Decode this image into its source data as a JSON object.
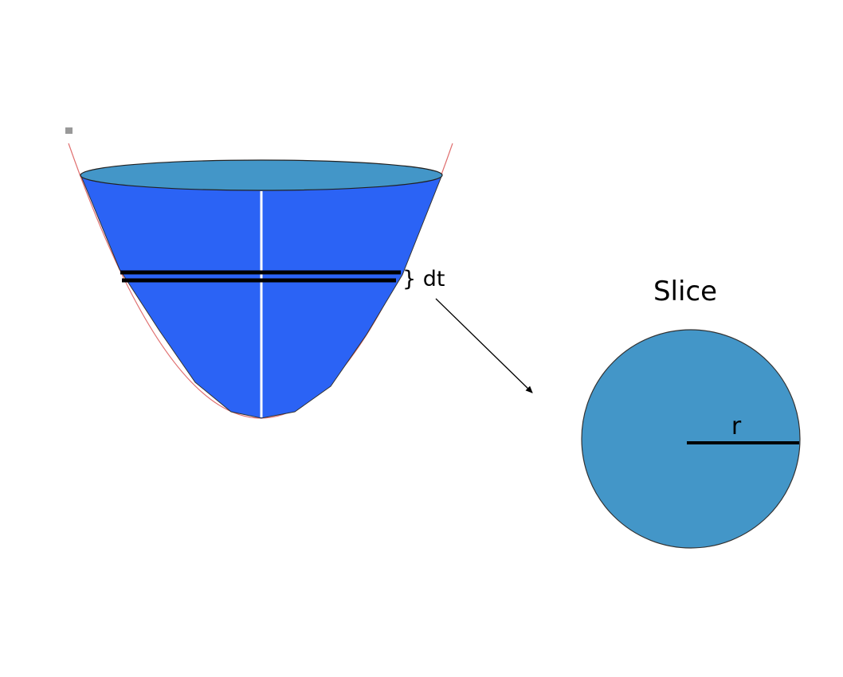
{
  "labels": {
    "thickness": "} dt",
    "slice_title": "Slice",
    "radius": "r"
  },
  "colors": {
    "solid_body": "#2B63F5",
    "top_ellipse": "#4396C8",
    "slice_disk": "#4396C8",
    "axis_line": "#ffffff",
    "parabola_curve": "#E07070",
    "slab_lines": "#000000",
    "marker": "#999999"
  }
}
